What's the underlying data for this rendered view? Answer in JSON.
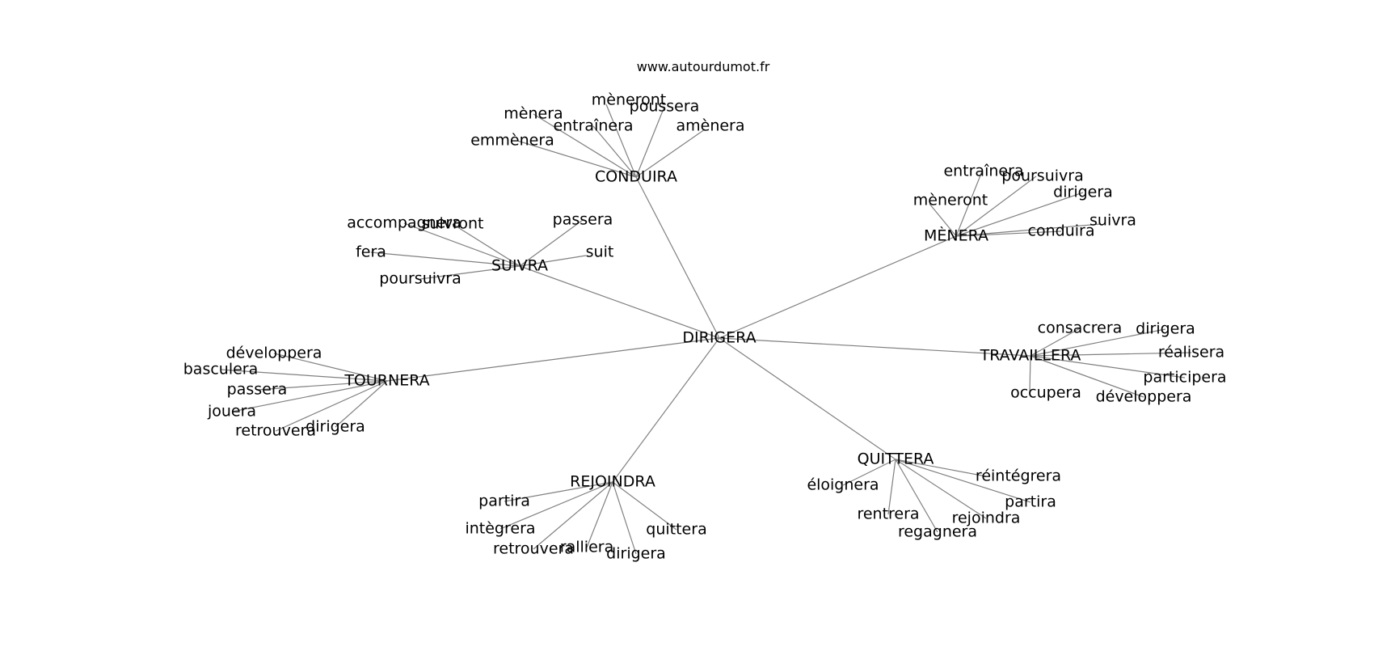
{
  "credit": "www.autourdumot.fr",
  "graph": {
    "center": "DIRIGERA",
    "clusters": [
      {
        "word": "CONDUIRA",
        "leaves": [
          "mèneront",
          "mènera",
          "poussera",
          "entraînera",
          "amènera",
          "emmènera"
        ]
      },
      {
        "word": "MÈNERA",
        "leaves": [
          "entraînera",
          "poursuivra",
          "dirigera",
          "mèneront",
          "suivra",
          "conduira"
        ]
      },
      {
        "word": "SUIVRA",
        "leaves": [
          "accompagnera",
          "suivront",
          "passera",
          "fera",
          "suit",
          "poursuivra"
        ]
      },
      {
        "word": "TRAVAILLERA",
        "leaves": [
          "consacrera",
          "dirigera",
          "réalisera",
          "participera",
          "occupera",
          "développera"
        ]
      },
      {
        "word": "TOURNERA",
        "leaves": [
          "développera",
          "basculera",
          "passera",
          "jouera",
          "retrouvera",
          "dirigera"
        ]
      },
      {
        "word": "QUITTERA",
        "leaves": [
          "réintégrera",
          "éloignera",
          "partira",
          "rentrera",
          "rejoindra",
          "regagnera"
        ]
      },
      {
        "word": "REJOINDRA",
        "leaves": [
          "partira",
          "intègrera",
          "quittera",
          "retrouvera",
          "ralliera",
          "dirigera"
        ]
      }
    ]
  }
}
